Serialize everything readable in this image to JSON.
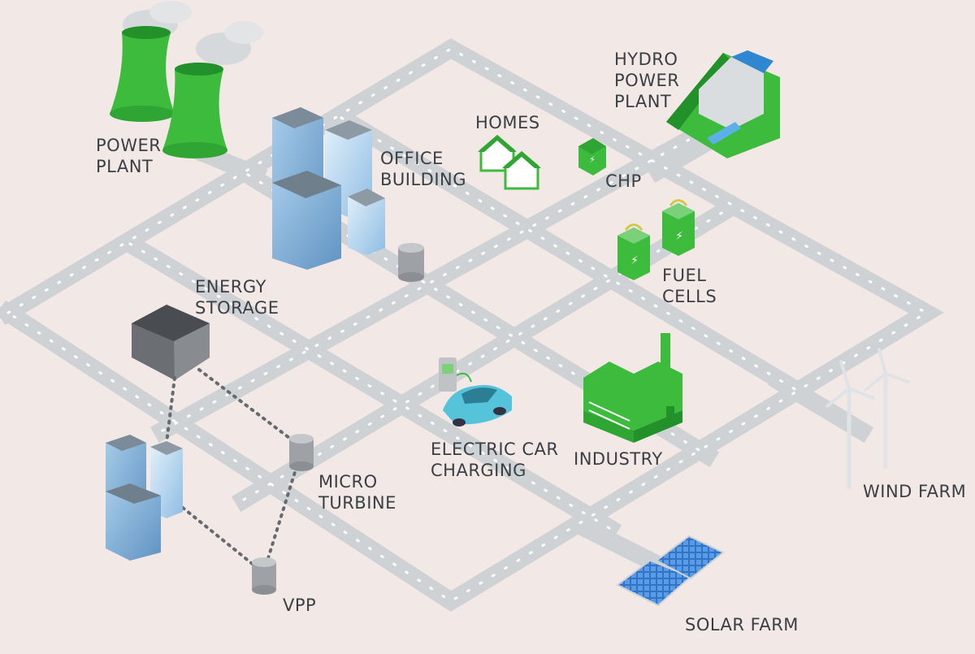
{
  "labels": {
    "power_plant": [
      "POWER",
      "PLANT"
    ],
    "office_building": [
      "OFFICE",
      "BUILDING"
    ],
    "homes": [
      "HOMES"
    ],
    "chp": [
      "CHP"
    ],
    "hydro_power_plant": [
      "HYDRO",
      "POWER",
      "PLANT"
    ],
    "fuel_cells": [
      "FUEL",
      "CELLS"
    ],
    "energy_storage": [
      "ENERGY",
      "STORAGE"
    ],
    "electric_car_charging": [
      "ELECTRIC CAR",
      "CHARGING"
    ],
    "industry": [
      "INDUSTRY"
    ],
    "micro_turbine": [
      "MICRO",
      "TURBINE"
    ],
    "wind_farm": [
      "WIND FARM"
    ],
    "vpp": [
      "VPP"
    ],
    "solar_farm": [
      "SOLAR FARM"
    ]
  },
  "colors": {
    "background": "#f2e8e6",
    "road": "#cfd2d4",
    "green": "#3dbb3d",
    "green_dark": "#23912a",
    "building_blue": "#b8d6ee",
    "car": "#55c3d9",
    "text": "#3a3f44"
  },
  "icons": [
    "cooling-tower-icon",
    "office-tower-icon",
    "house-icon",
    "chp-unit-icon",
    "hydro-dam-icon",
    "fuel-cell-icon",
    "battery-storage-icon",
    "car-charger-icon",
    "electric-car-icon",
    "factory-icon",
    "cylinder-tank-icon",
    "wind-turbine-icon",
    "solar-panel-icon"
  ]
}
